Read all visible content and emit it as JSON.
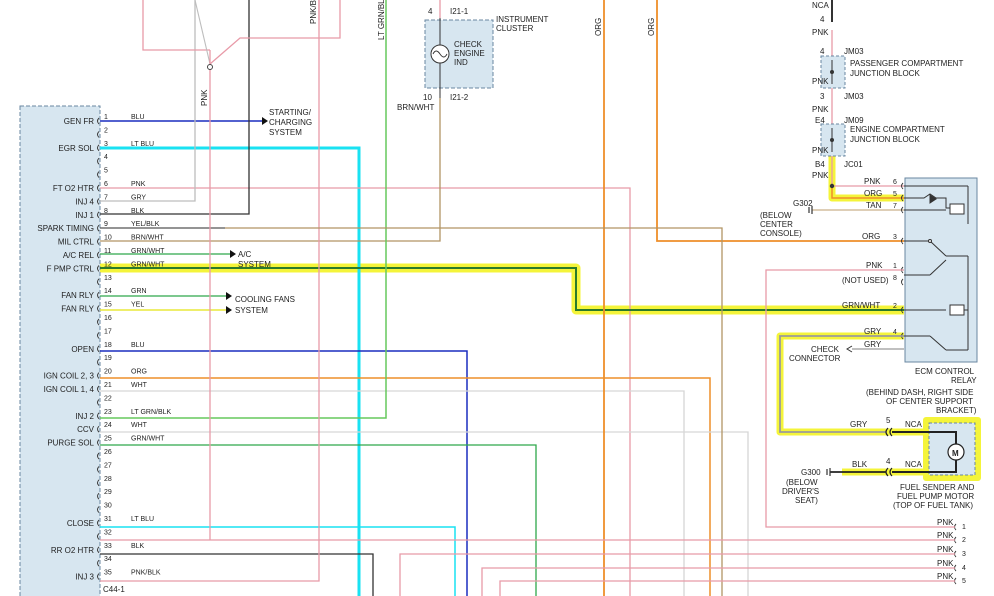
{
  "ecm_pins": [
    {
      "pin": "1",
      "signal": "GEN FR",
      "wire": "BLU"
    },
    {
      "pin": "2",
      "signal": "",
      "wire": ""
    },
    {
      "pin": "3",
      "signal": "EGR SOL",
      "wire": "LT BLU"
    },
    {
      "pin": "4",
      "signal": "",
      "wire": ""
    },
    {
      "pin": "5",
      "signal": "",
      "wire": ""
    },
    {
      "pin": "6",
      "signal": "FT O2 HTR",
      "wire": "PNK"
    },
    {
      "pin": "7",
      "signal": "INJ 4",
      "wire": "GRY"
    },
    {
      "pin": "8",
      "signal": "INJ 1",
      "wire": "BLK"
    },
    {
      "pin": "9",
      "signal": "SPARK TIMING",
      "wire": "YEL/BLK"
    },
    {
      "pin": "10",
      "signal": "MIL CTRL",
      "wire": "BRN/WHT"
    },
    {
      "pin": "11",
      "signal": "A/C REL",
      "wire": "GRN/WHT"
    },
    {
      "pin": "12",
      "signal": "F PMP CTRL",
      "wire": "GRN/WHT"
    },
    {
      "pin": "13",
      "signal": "",
      "wire": ""
    },
    {
      "pin": "14",
      "signal": "FAN RLY",
      "wire": "GRN"
    },
    {
      "pin": "15",
      "signal": "FAN RLY",
      "wire": "YEL"
    },
    {
      "pin": "16",
      "signal": "",
      "wire": ""
    },
    {
      "pin": "17",
      "signal": "",
      "wire": ""
    },
    {
      "pin": "18",
      "signal": "OPEN",
      "wire": "BLU"
    },
    {
      "pin": "19",
      "signal": "",
      "wire": ""
    },
    {
      "pin": "20",
      "signal": "IGN COIL 2, 3",
      "wire": "ORG"
    },
    {
      "pin": "21",
      "signal": "IGN COIL 1, 4",
      "wire": "WHT"
    },
    {
      "pin": "22",
      "signal": "",
      "wire": ""
    },
    {
      "pin": "23",
      "signal": "INJ 2",
      "wire": "LT GRN/BLK"
    },
    {
      "pin": "24",
      "signal": "CCV",
      "wire": "WHT"
    },
    {
      "pin": "25",
      "signal": "PURGE SOL",
      "wire": "GRN/WHT"
    },
    {
      "pin": "26",
      "signal": "",
      "wire": ""
    },
    {
      "pin": "27",
      "signal": "",
      "wire": ""
    },
    {
      "pin": "28",
      "signal": "",
      "wire": ""
    },
    {
      "pin": "29",
      "signal": "",
      "wire": ""
    },
    {
      "pin": "30",
      "signal": "",
      "wire": ""
    },
    {
      "pin": "31",
      "signal": "CLOSE",
      "wire": "LT BLU"
    },
    {
      "pin": "32",
      "signal": "",
      "wire": ""
    },
    {
      "pin": "33",
      "signal": "RR O2 HTR",
      "wire": "BLK"
    },
    {
      "pin": "34",
      "signal": "",
      "wire": ""
    },
    {
      "pin": "35",
      "signal": "INJ 3",
      "wire": "PNK/BLK"
    }
  ],
  "ecm_connector": "C44-1",
  "destinations": {
    "starting": [
      "STARTING/",
      "CHARGING",
      "SYSTEM"
    ],
    "ac": [
      "A/C",
      "SYSTEM"
    ],
    "cooling": [
      "COOLING FANS",
      "SYSTEM"
    ]
  },
  "top_wires": {
    "pnk_blk": "PNK/BLK",
    "lt_grn_blk": "LT GRN/BLK",
    "pnk": "PNK",
    "org_a": "ORG",
    "org_b": "ORG",
    "nca": "NCA"
  },
  "cluster": {
    "pin_top": "4",
    "conn_top": "I21-1",
    "title": [
      "INSTRUMENT",
      "CLUSTER"
    ],
    "lamp": [
      "CHECK",
      "ENGINE",
      "IND"
    ],
    "pin_bottom": "10",
    "conn_bottom": "I21-2",
    "wire": "BRN/WHT"
  },
  "power_feed": {
    "nca_pin": "4",
    "pnk_1": "PNK",
    "jm03_pin_top": "4",
    "jm03_top": "JM03",
    "jm03_title": [
      "PASSENGER COMPARTMENT",
      "JUNCTION BLOCK"
    ],
    "pnk_2": "PNK",
    "jm03_pin_bottom": "3",
    "jm03_bottom": "JM03",
    "pnk_3": "PNK",
    "jm09_pin": "E4",
    "jm09": "JM09",
    "jm09_title": [
      "ENGINE COMPARTMENT",
      "JUNCTION BLOCK"
    ],
    "pnk_4": "PNK",
    "jc01_pin": "B4",
    "jc01": "JC01",
    "pnk_5": "PNK"
  },
  "relay": {
    "pins": [
      {
        "pin": "6",
        "wire": "PNK"
      },
      {
        "pin": "5",
        "wire": "ORG"
      },
      {
        "pin": "7",
        "wire": "TAN"
      },
      {
        "pin": "3",
        "wire": "ORG"
      },
      {
        "pin": "1",
        "wire": "PNK"
      },
      {
        "pin": "8",
        "wire": ""
      },
      {
        "pin": "2",
        "wire": "GRN/WHT"
      },
      {
        "pin": "4",
        "wire": "GRY"
      }
    ],
    "not_used": "(NOT USED)",
    "gry_branch": "GRY",
    "title": [
      "ECM CONTROL",
      "RELAY"
    ],
    "location": [
      "(BEHIND DASH, RIGHT SIDE",
      "OF CENTER SUPPORT",
      "BRACKET)"
    ]
  },
  "g302": {
    "label": "G302",
    "location": [
      "(BELOW",
      "CENTER",
      "CONSOLE)"
    ]
  },
  "check_connector": [
    "CHECK",
    "CONNECTOR"
  ],
  "fuel_pump": {
    "pin_gry": "5",
    "wire_gry": "GRY",
    "nca_1": "NCA",
    "pin_blk": "4",
    "wire_blk": "BLK",
    "nca_2": "NCA",
    "motor": "M",
    "title": [
      "FUEL SENDER AND",
      "FUEL PUMP MOTOR",
      "(TOP OF FUEL TANK)"
    ]
  },
  "g300": {
    "label": "G300",
    "location": [
      "(BELOW",
      "DRIVER'S",
      "SEAT)"
    ]
  },
  "right_bus": [
    {
      "wire": "PNK",
      "pin": "1"
    },
    {
      "wire": "PNK",
      "pin": "2"
    },
    {
      "wire": "PNK",
      "pin": "3"
    },
    {
      "wire": "PNK",
      "pin": "4"
    },
    {
      "wire": "PNK",
      "pin": "5"
    }
  ],
  "colors": {
    "pink": "#e89aa8",
    "gray": "#bdbdbd",
    "blue": "#1a2dbf",
    "cyan": "#19e2f2",
    "green": "#2ea84a",
    "light_green": "#67c85d",
    "olive": "#b29565",
    "orange": "#ee8f2a",
    "yellow_wire": "#e8e83a",
    "highlight": "#f4f43a",
    "box_fill": "#d7e6f0"
  }
}
